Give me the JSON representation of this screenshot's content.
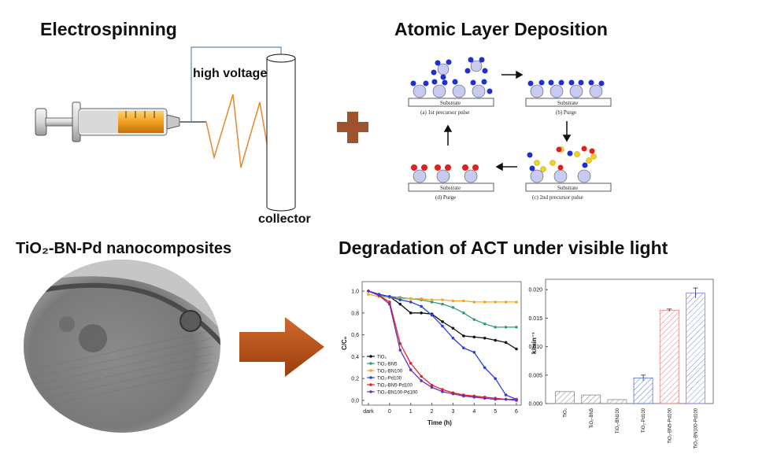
{
  "headings": {
    "electrospinning": "Electrospinning",
    "ald": "Atomic Layer Deposition",
    "nanocomposites": "TiO₂-BN-Pd nanocomposites",
    "degradation": "Degradation of ACT under visible light"
  },
  "electrospinning": {
    "voltage_label": "high voltage",
    "collector_label": "collector"
  },
  "ald": {
    "substrate": "Substrate",
    "step_a": "(a) 1st precursor pulse",
    "step_b": "(b) Purge",
    "step_c": "(c) 2nd precursor pulse",
    "step_d": "(d) Purge"
  },
  "colors": {
    "plus": "#a0522d",
    "arrow": "#b5501c",
    "voltage_wire": "#e8862a"
  },
  "chart_data": [
    {
      "type": "line",
      "xlabel": "Time (h)",
      "ylabel": "C/C₀",
      "x": [
        "dark",
        0,
        1,
        2,
        3,
        4,
        5,
        6
      ],
      "ylim": [
        0,
        1.0
      ],
      "yticks": [
        "0,0",
        "0,2",
        "0,4",
        "0,6",
        "0,8",
        "1,0"
      ],
      "series": [
        {
          "name": "TiO₂",
          "color": "#111111",
          "points": [
            [
              -1,
              1.0
            ],
            [
              -0.5,
              0.97
            ],
            [
              0,
              0.95
            ],
            [
              0.5,
              0.88
            ],
            [
              1,
              0.8
            ],
            [
              1.5,
              0.8
            ],
            [
              2,
              0.79
            ],
            [
              2.5,
              0.72
            ],
            [
              3,
              0.66
            ],
            [
              3.5,
              0.59
            ],
            [
              4,
              0.58
            ],
            [
              4.5,
              0.57
            ],
            [
              5,
              0.55
            ],
            [
              5.5,
              0.53
            ],
            [
              6,
              0.47
            ]
          ]
        },
        {
          "name": "TiO₂-BN5",
          "color": "#2e9e77",
          "points": [
            [
              -1,
              1.0
            ],
            [
              -0.5,
              0.96
            ],
            [
              0,
              0.95
            ],
            [
              0.5,
              0.94
            ],
            [
              1,
              0.93
            ],
            [
              1.5,
              0.92
            ],
            [
              2,
              0.9
            ],
            [
              2.5,
              0.88
            ],
            [
              3,
              0.85
            ],
            [
              3.5,
              0.8
            ],
            [
              4,
              0.74
            ],
            [
              4.5,
              0.7
            ],
            [
              5,
              0.67
            ],
            [
              5.5,
              0.67
            ],
            [
              6,
              0.67
            ]
          ]
        },
        {
          "name": "TiO₂-BN100",
          "color": "#f5a623",
          "points": [
            [
              -1,
              0.97
            ],
            [
              -0.5,
              0.95
            ],
            [
              0,
              0.94
            ],
            [
              0.5,
              0.93
            ],
            [
              1,
              0.93
            ],
            [
              1.5,
              0.93
            ],
            [
              2,
              0.92
            ],
            [
              2.5,
              0.92
            ],
            [
              3,
              0.91
            ],
            [
              3.5,
              0.91
            ],
            [
              4,
              0.9
            ],
            [
              4.5,
              0.9
            ],
            [
              5,
              0.9
            ],
            [
              5.5,
              0.9
            ],
            [
              6,
              0.9
            ]
          ]
        },
        {
          "name": "TiO₂-Pd100",
          "color": "#2b3fe0",
          "points": [
            [
              -1,
              1.0
            ],
            [
              -0.5,
              0.97
            ],
            [
              0,
              0.95
            ],
            [
              0.5,
              0.92
            ],
            [
              1,
              0.9
            ],
            [
              1.5,
              0.86
            ],
            [
              2,
              0.78
            ],
            [
              2.5,
              0.68
            ],
            [
              3,
              0.57
            ],
            [
              3.5,
              0.48
            ],
            [
              4,
              0.44
            ],
            [
              4.5,
              0.3
            ],
            [
              5,
              0.2
            ],
            [
              5.5,
              0.05
            ],
            [
              6,
              0.01
            ]
          ]
        },
        {
          "name": "TiO₂-BN5-Pd100",
          "color": "#e0262b",
          "points": [
            [
              -1,
              1.0
            ],
            [
              -0.5,
              0.96
            ],
            [
              0,
              0.9
            ],
            [
              0.5,
              0.52
            ],
            [
              1,
              0.34
            ],
            [
              1.5,
              0.22
            ],
            [
              2,
              0.14
            ],
            [
              2.5,
              0.1
            ],
            [
              3,
              0.07
            ],
            [
              3.5,
              0.05
            ],
            [
              4,
              0.04
            ],
            [
              4.5,
              0.03
            ],
            [
              5,
              0.02
            ],
            [
              5.5,
              0.01
            ],
            [
              6,
              0.01
            ]
          ]
        },
        {
          "name": "TiO₂-BN100-Pd100",
          "color": "#6a2fb5",
          "points": [
            [
              -1,
              1.0
            ],
            [
              -0.5,
              0.96
            ],
            [
              0,
              0.88
            ],
            [
              0.5,
              0.46
            ],
            [
              1,
              0.28
            ],
            [
              1.5,
              0.18
            ],
            [
              2,
              0.12
            ],
            [
              2.5,
              0.08
            ],
            [
              3,
              0.06
            ],
            [
              3.5,
              0.04
            ],
            [
              4,
              0.03
            ],
            [
              4.5,
              0.02
            ],
            [
              5,
              0.01
            ],
            [
              5.5,
              0.01
            ],
            [
              6,
              0.0
            ]
          ]
        }
      ]
    },
    {
      "type": "bar",
      "ylabel": "k/min⁻¹",
      "categories": [
        "TiO₂",
        "TiO₂-BN5",
        "TiO₂-BN100",
        "TiO₂-Pd100",
        "TiO₂-BN5-Pd100",
        "TiO₂-BN100-Pd100"
      ],
      "values": [
        0.0021,
        0.0015,
        0.0007,
        0.0045,
        0.0164,
        0.0194
      ],
      "errors": [
        0,
        0,
        0,
        0.0005,
        0.0002,
        0.0009
      ],
      "colors": [
        "#888888",
        "#888888",
        "#888888",
        "#5577cc",
        "#e08080",
        "#7a86d8"
      ],
      "ylim": [
        0,
        0.021
      ],
      "yticks": [
        "0.000",
        "0.005",
        "0.010",
        "0.015",
        "0.020"
      ]
    }
  ]
}
